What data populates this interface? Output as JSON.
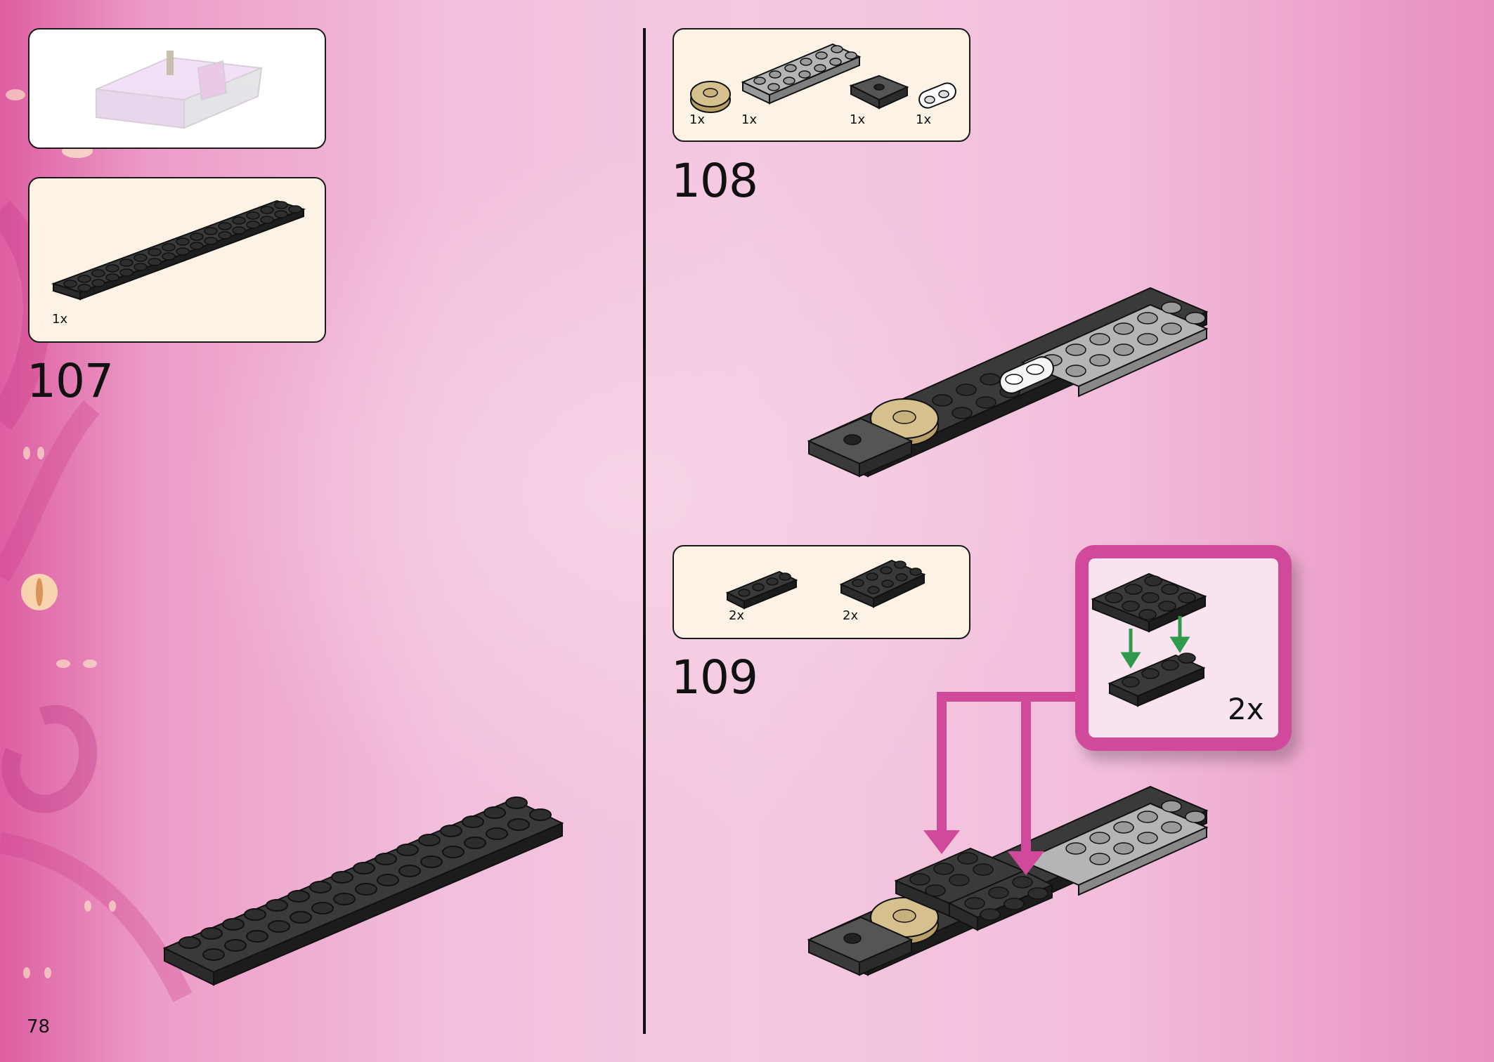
{
  "page_number": "78",
  "steps": [
    {
      "number": "107",
      "parts": [
        {
          "qty": "1x",
          "color": "#2b2b2b"
        }
      ]
    },
    {
      "number": "108",
      "parts": [
        {
          "qty": "1x",
          "color": "#c8b27c"
        },
        {
          "qty": "1x",
          "color": "#9a9a9a"
        },
        {
          "qty": "1x",
          "color": "#3a3a3a"
        },
        {
          "qty": "1x",
          "color": "#ffffff"
        }
      ]
    },
    {
      "number": "109",
      "parts": [
        {
          "qty": "2x",
          "color": "#2b2b2b"
        },
        {
          "qty": "2x",
          "color": "#2b2b2b"
        }
      ]
    }
  ],
  "submodel_qty": "2x",
  "colors": {
    "accent": "#d1499a",
    "callout_bg": "#fdf2e6",
    "arrow_green": "#2e9a4a",
    "black_brick": "#2b2b2b",
    "gray_brick": "#9a9a9a",
    "tan_brick": "#c8b27c"
  }
}
